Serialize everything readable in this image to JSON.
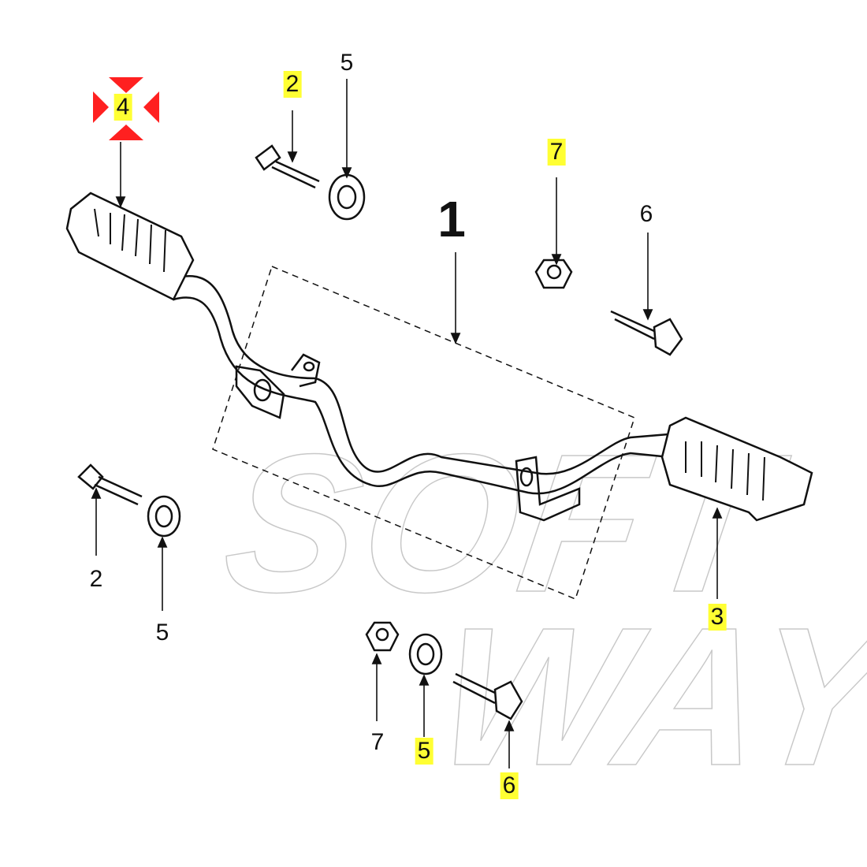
{
  "diagram": {
    "watermark": {
      "line1": "SOFT",
      "line2": "WAY"
    },
    "selected_callout": "4",
    "colors": {
      "highlight": "#ffff33",
      "marker": "#ff2020",
      "line": "#111111"
    },
    "callouts": [
      {
        "id": "c4",
        "label": "4",
        "highlighted": true
      },
      {
        "id": "c2a",
        "label": "2",
        "highlighted": true
      },
      {
        "id": "c5a",
        "label": "5",
        "highlighted": false
      },
      {
        "id": "c7a",
        "label": "7",
        "highlighted": true
      },
      {
        "id": "c1",
        "label": "1",
        "highlighted": false
      },
      {
        "id": "c6a",
        "label": "6",
        "highlighted": false
      },
      {
        "id": "c2b",
        "label": "2",
        "highlighted": false
      },
      {
        "id": "c5b",
        "label": "5",
        "highlighted": false
      },
      {
        "id": "c3",
        "label": "3",
        "highlighted": true
      },
      {
        "id": "c7b",
        "label": "7",
        "highlighted": false
      },
      {
        "id": "c5c",
        "label": "5",
        "highlighted": true
      },
      {
        "id": "c6b",
        "label": "6",
        "highlighted": true
      }
    ]
  }
}
